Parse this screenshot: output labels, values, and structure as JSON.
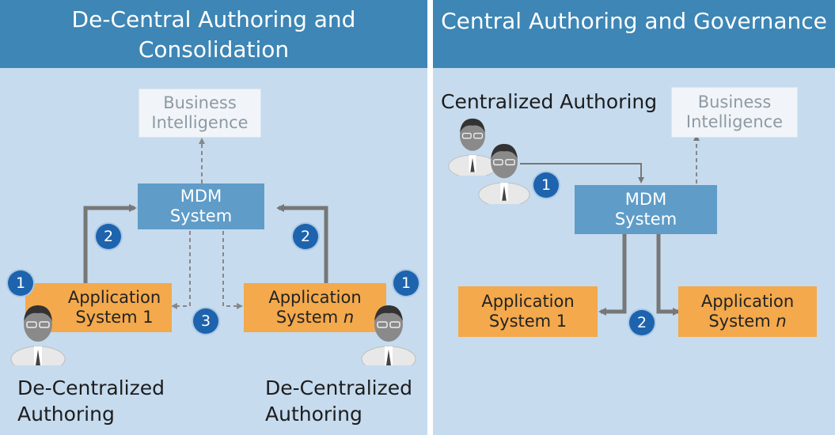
{
  "left": {
    "title_line1": "De-Central Authoring and",
    "title_line2": "Consolidation",
    "bi_line1": "Business",
    "bi_line2": "Intelligence",
    "mdm_line1": "MDM",
    "mdm_line2": "System",
    "app1_line1": "Application",
    "app1_line2": "System 1",
    "appn_line1": "Application",
    "appn_line2_prefix": "System",
    "appn_line2_italic": "n",
    "caption_left_line1": "De-Centralized",
    "caption_left_line2": "Authoring",
    "caption_right_line1": "De-Centralized",
    "caption_right_line2": "Authoring",
    "badges": [
      "1",
      "2",
      "2",
      "1",
      "3"
    ]
  },
  "right": {
    "title": "Central Authoring and Governance",
    "caption": "Centralized Authoring",
    "bi_line1": "Business",
    "bi_line2": "Intelligence",
    "mdm_line1": "MDM",
    "mdm_line2": "System",
    "app1_line1": "Application",
    "app1_line2": "System 1",
    "appn_line1": "Application",
    "appn_line2_prefix": "System",
    "appn_line2_italic": "n",
    "badges": [
      "1",
      "2"
    ]
  },
  "colors": {
    "panel_bg": "#c6dbee",
    "header_bg": "#3d86b5",
    "mdm_box": "#5f9cc8",
    "app_box": "#f3a94c",
    "badge": "#1e63ad",
    "arrow": "#777777"
  },
  "icons": [
    "person-icon"
  ]
}
